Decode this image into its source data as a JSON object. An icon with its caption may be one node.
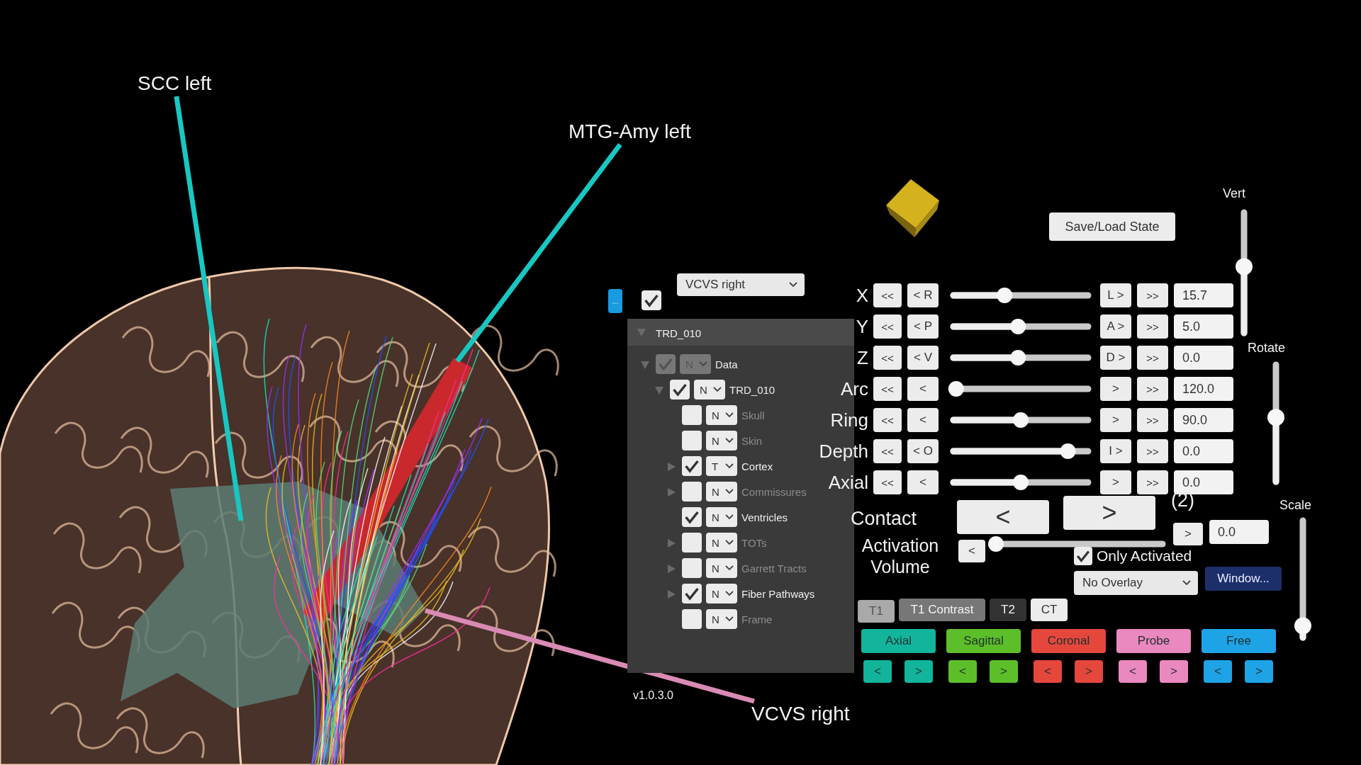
{
  "diagram": {
    "nodes": [
      {
        "text": [
          "SCC left"
        ]
      },
      {
        "text": [
          "MTG-Amy left"
        ]
      },
      {
        "text": [
          "VCVS right"
        ]
      }
    ],
    "edges": [
      {
        "from": 0,
        "to": null,
        "arrow": "none"
      },
      {
        "from": 1,
        "to": null,
        "arrow": "none"
      },
      {
        "from": 2,
        "to": null,
        "arrow": "none",
        "color": "#d98bb4"
      }
    ],
    "labels": [
      "...",
      "VCVS right",
      "TRD_010",
      "N",
      "Data",
      "N",
      "TRD_010",
      "N",
      "Skull",
      "N",
      "Skin",
      "T",
      "Cortex",
      "N",
      "Commissures",
      "N",
      "Ventricles",
      "N",
      "TOTs",
      "N",
      "Garrett Tracts",
      "N",
      "Fiber Pathways",
      "N",
      "Frame",
      "v1.0.3.0",
      "Vert",
      "Save/Load State",
      "X",
      "<<",
      "< R",
      "L >",
      ">>",
      "15.7",
      "Y",
      "<<",
      "< P",
      "A >",
      ">>",
      "5.0",
      "Z",
      "<<",
      "< V",
      "D >",
      ">>",
      "0.0",
      "Rotate",
      "Arc",
      "<<",
      "<",
      ">",
      ">>",
      "120.0",
      "Ring",
      "<<",
      "<",
      ">",
      ">>",
      "90.0",
      "Depth",
      "<<",
      "< O",
      "I >",
      ">>",
      "0.0",
      "Axial",
      "<<",
      "<",
      ">",
      ">>",
      "0.0",
      "Contact",
      "<",
      ">",
      "(2)",
      "Scale",
      "Activation Volume",
      "<",
      ">",
      "0.0",
      "Only Activated",
      "No Overlay",
      "Window...",
      "T1",
      "T1 Contrast",
      "T2",
      "CT",
      "Axial",
      "Sagittal",
      "Coronal",
      "Probe",
      "Free",
      "<",
      ">",
      "<",
      ">",
      "<",
      ">",
      "<",
      ">",
      "<",
      ">"
    ]
  }
}
